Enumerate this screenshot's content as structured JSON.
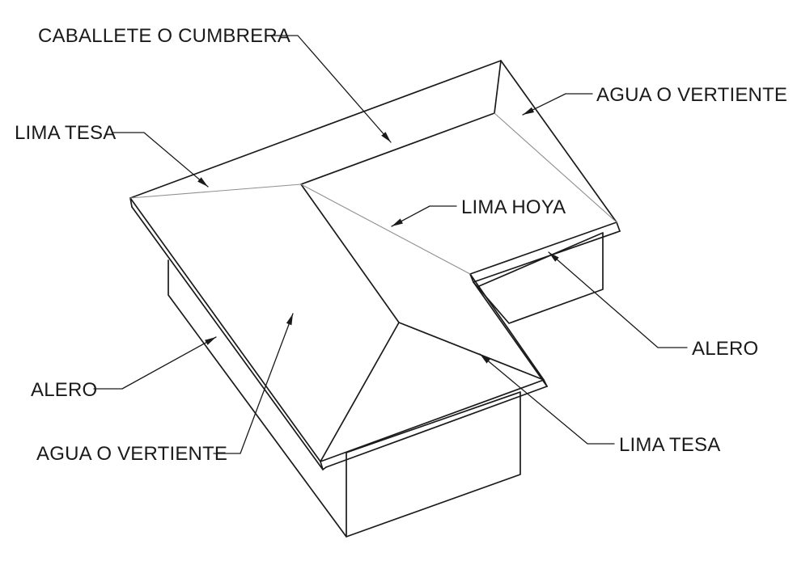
{
  "diagram": {
    "type": "roof-parts-diagram",
    "background": "#ffffff",
    "colors": {
      "primary_line": "#1a1a1a",
      "thin_line": "#8f8f8f",
      "leader_line": "#1a1a1a",
      "text": "#1a1a1a"
    },
    "labels": {
      "caballete": "CABALLETE O CUMBRERA",
      "agua_top": "AGUA O VERTIENTE",
      "lima_tesa_left": "LIMA TESA",
      "lima_hoya": "LIMA HOYA",
      "alero_right": "ALERO",
      "alero_left": "ALERO",
      "agua_bottom": "AGUA O VERTIENTE",
      "lima_tesa_right": "LIMA TESA"
    }
  }
}
